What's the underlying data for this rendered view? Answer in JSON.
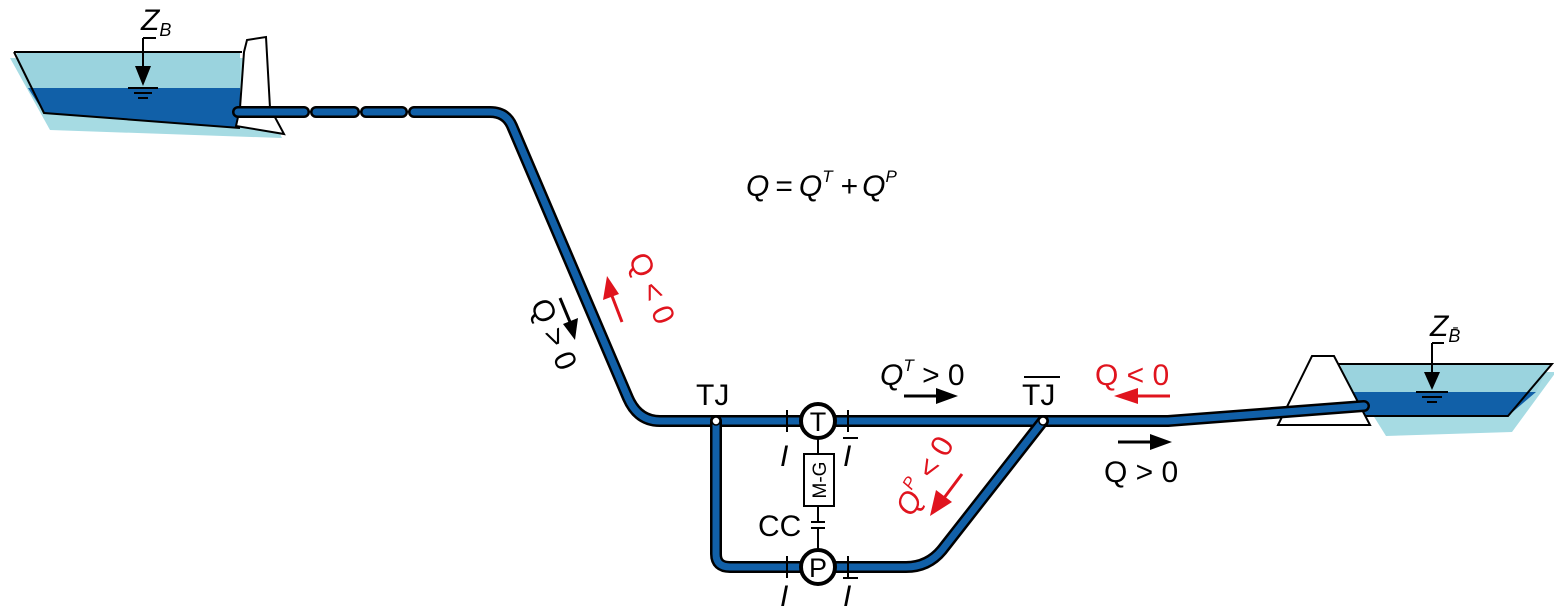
{
  "equation": {
    "q": "Q",
    "eq": "=",
    "qt": "Q",
    "qt_sup": "T",
    "plus": "+",
    "qp": "Q",
    "qp_sup": "P"
  },
  "upper_reservoir": {
    "label": "Z",
    "sub": "B"
  },
  "lower_reservoir": {
    "label": "Z",
    "sub": "B̄"
  },
  "nodes": {
    "tj": "TJ",
    "tj_bar": "TJ",
    "turbine": "T",
    "pump": "P",
    "motor_generator": "M-G",
    "clutch": "CC"
  },
  "flows": {
    "penstock_positive": "Q > 0",
    "penstock_negative": "Q < 0",
    "turbine_positive_q": "Q",
    "turbine_positive_sup": "T",
    "turbine_positive_rest": " > 0",
    "pump_negative_q": "Q",
    "pump_negative_sup": "P",
    "pump_negative_rest": " < 0",
    "tailrace_positive": "Q > 0",
    "tailrace_negative": "Q < 0"
  },
  "sections": {
    "turbine_in": "I",
    "turbine_out": "I",
    "pump_in": "I",
    "pump_out": "I"
  },
  "colors": {
    "water_light": "#8fd0dc",
    "water_dark": "#1160a8",
    "pipe": "#1160a8",
    "negative_flow": "#e0141e",
    "positive_flow": "#000000"
  }
}
